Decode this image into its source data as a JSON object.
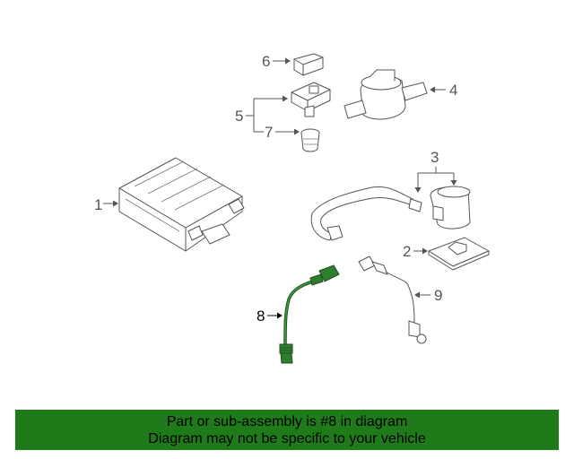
{
  "banner": {
    "line1": "Part or sub-assembly is #8 in diagram",
    "line2": "Diagram may not be specific to your vehicle"
  },
  "colors": {
    "highlight": "#2f7d2f",
    "banner_bg": "#1f7a1a",
    "line": "#555555"
  },
  "callouts": {
    "c1": "1",
    "c2": "2",
    "c3": "3",
    "c4": "4",
    "c5": "5",
    "c6": "6",
    "c7": "7",
    "c8": "8",
    "c9": "9"
  },
  "highlighted_part": "8"
}
